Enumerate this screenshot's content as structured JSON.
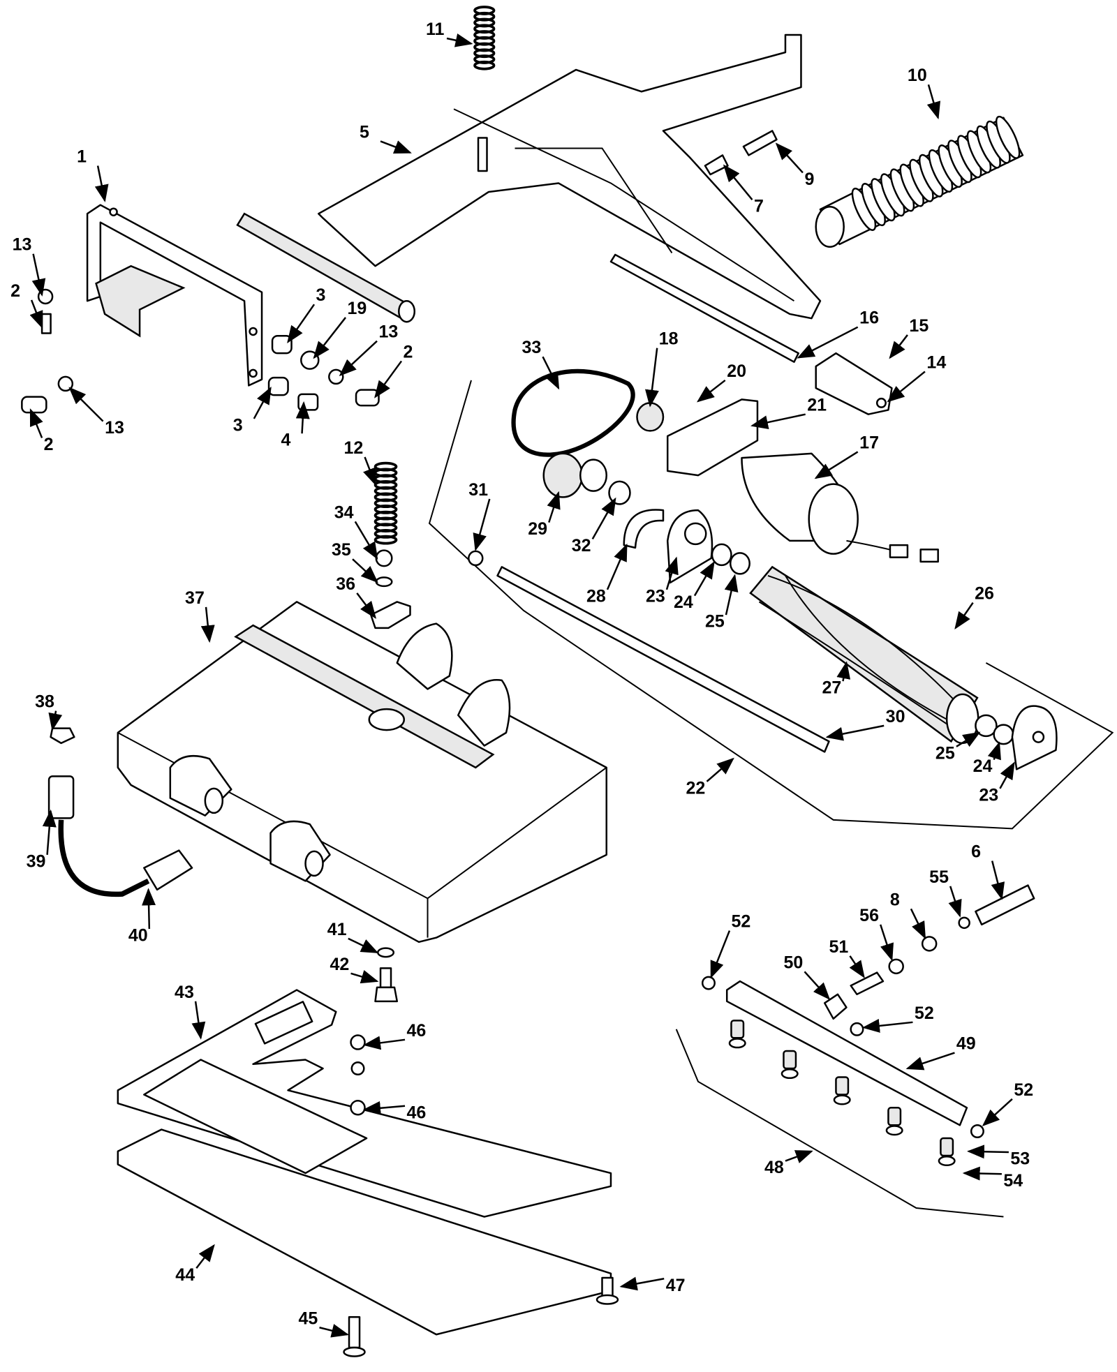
{
  "diagram": {
    "type": "exploded parts diagram",
    "callouts": [
      "11",
      "5",
      "1",
      "10",
      "9",
      "7",
      "13",
      "2",
      "3",
      "19",
      "13",
      "2",
      "3",
      "4",
      "2",
      "13",
      "16",
      "15",
      "14",
      "33",
      "18",
      "20",
      "21",
      "17",
      "12",
      "34",
      "35",
      "36",
      "31",
      "29",
      "32",
      "28",
      "23",
      "24",
      "25",
      "26",
      "27",
      "30",
      "25",
      "24",
      "23",
      "22",
      "37",
      "38",
      "39",
      "40",
      "41",
      "42",
      "43",
      "46",
      "46",
      "44",
      "45",
      "47",
      "6",
      "55",
      "8",
      "56",
      "51",
      "50",
      "52",
      "52",
      "49",
      "52",
      "53",
      "54",
      "48"
    ]
  }
}
